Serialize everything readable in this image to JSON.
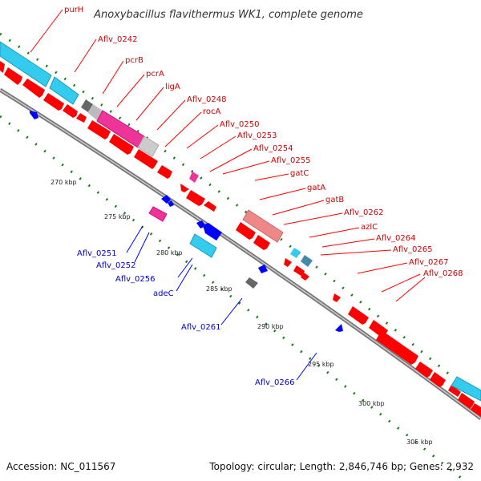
{
  "title": "Anoxybacillus flavithermus WK1, complete genome",
  "footer": {
    "accession": "Accession: NC_011567",
    "topology": "Topology: circular; Length: 2,846,746 bp; Genes: 2,932"
  },
  "colors": {
    "forward_cds": "#ff0000",
    "reverse_cds": "#0000ff",
    "label_forward": "#cc0000",
    "label_reverse": "#0000cc",
    "backbone": "#888888",
    "tick": "#1a7a1a",
    "cyan": "#33ccee",
    "magenta": "#ee3399",
    "salmon": "#ee8888",
    "gray": "#666666",
    "steelblue": "#4488aa"
  },
  "scale_labels": [
    "270 kbp",
    "275 kbp",
    "280 kbp",
    "285 kbp",
    "290 kbp",
    "295 kbp",
    "300 kbp",
    "305 kbp"
  ],
  "forward_labels": [
    "purH",
    "Aflv_0242",
    "pcrB",
    "pcrA",
    "ligA",
    "Aflv_0248",
    "rocA",
    "Aflv_0250",
    "Aflv_0253",
    "Aflv_0254",
    "Aflv_0255",
    "gatC",
    "gatA",
    "gatB",
    "Aflv_0262",
    "azlC",
    "Aflv_0264",
    "Aflv_0265",
    "Aflv_0267",
    "Aflv_0268"
  ],
  "reverse_labels": [
    "Aflv_0251",
    "Aflv_0252",
    "Aflv_0256",
    "adeC",
    "Aflv_0261",
    "Aflv_0266"
  ]
}
